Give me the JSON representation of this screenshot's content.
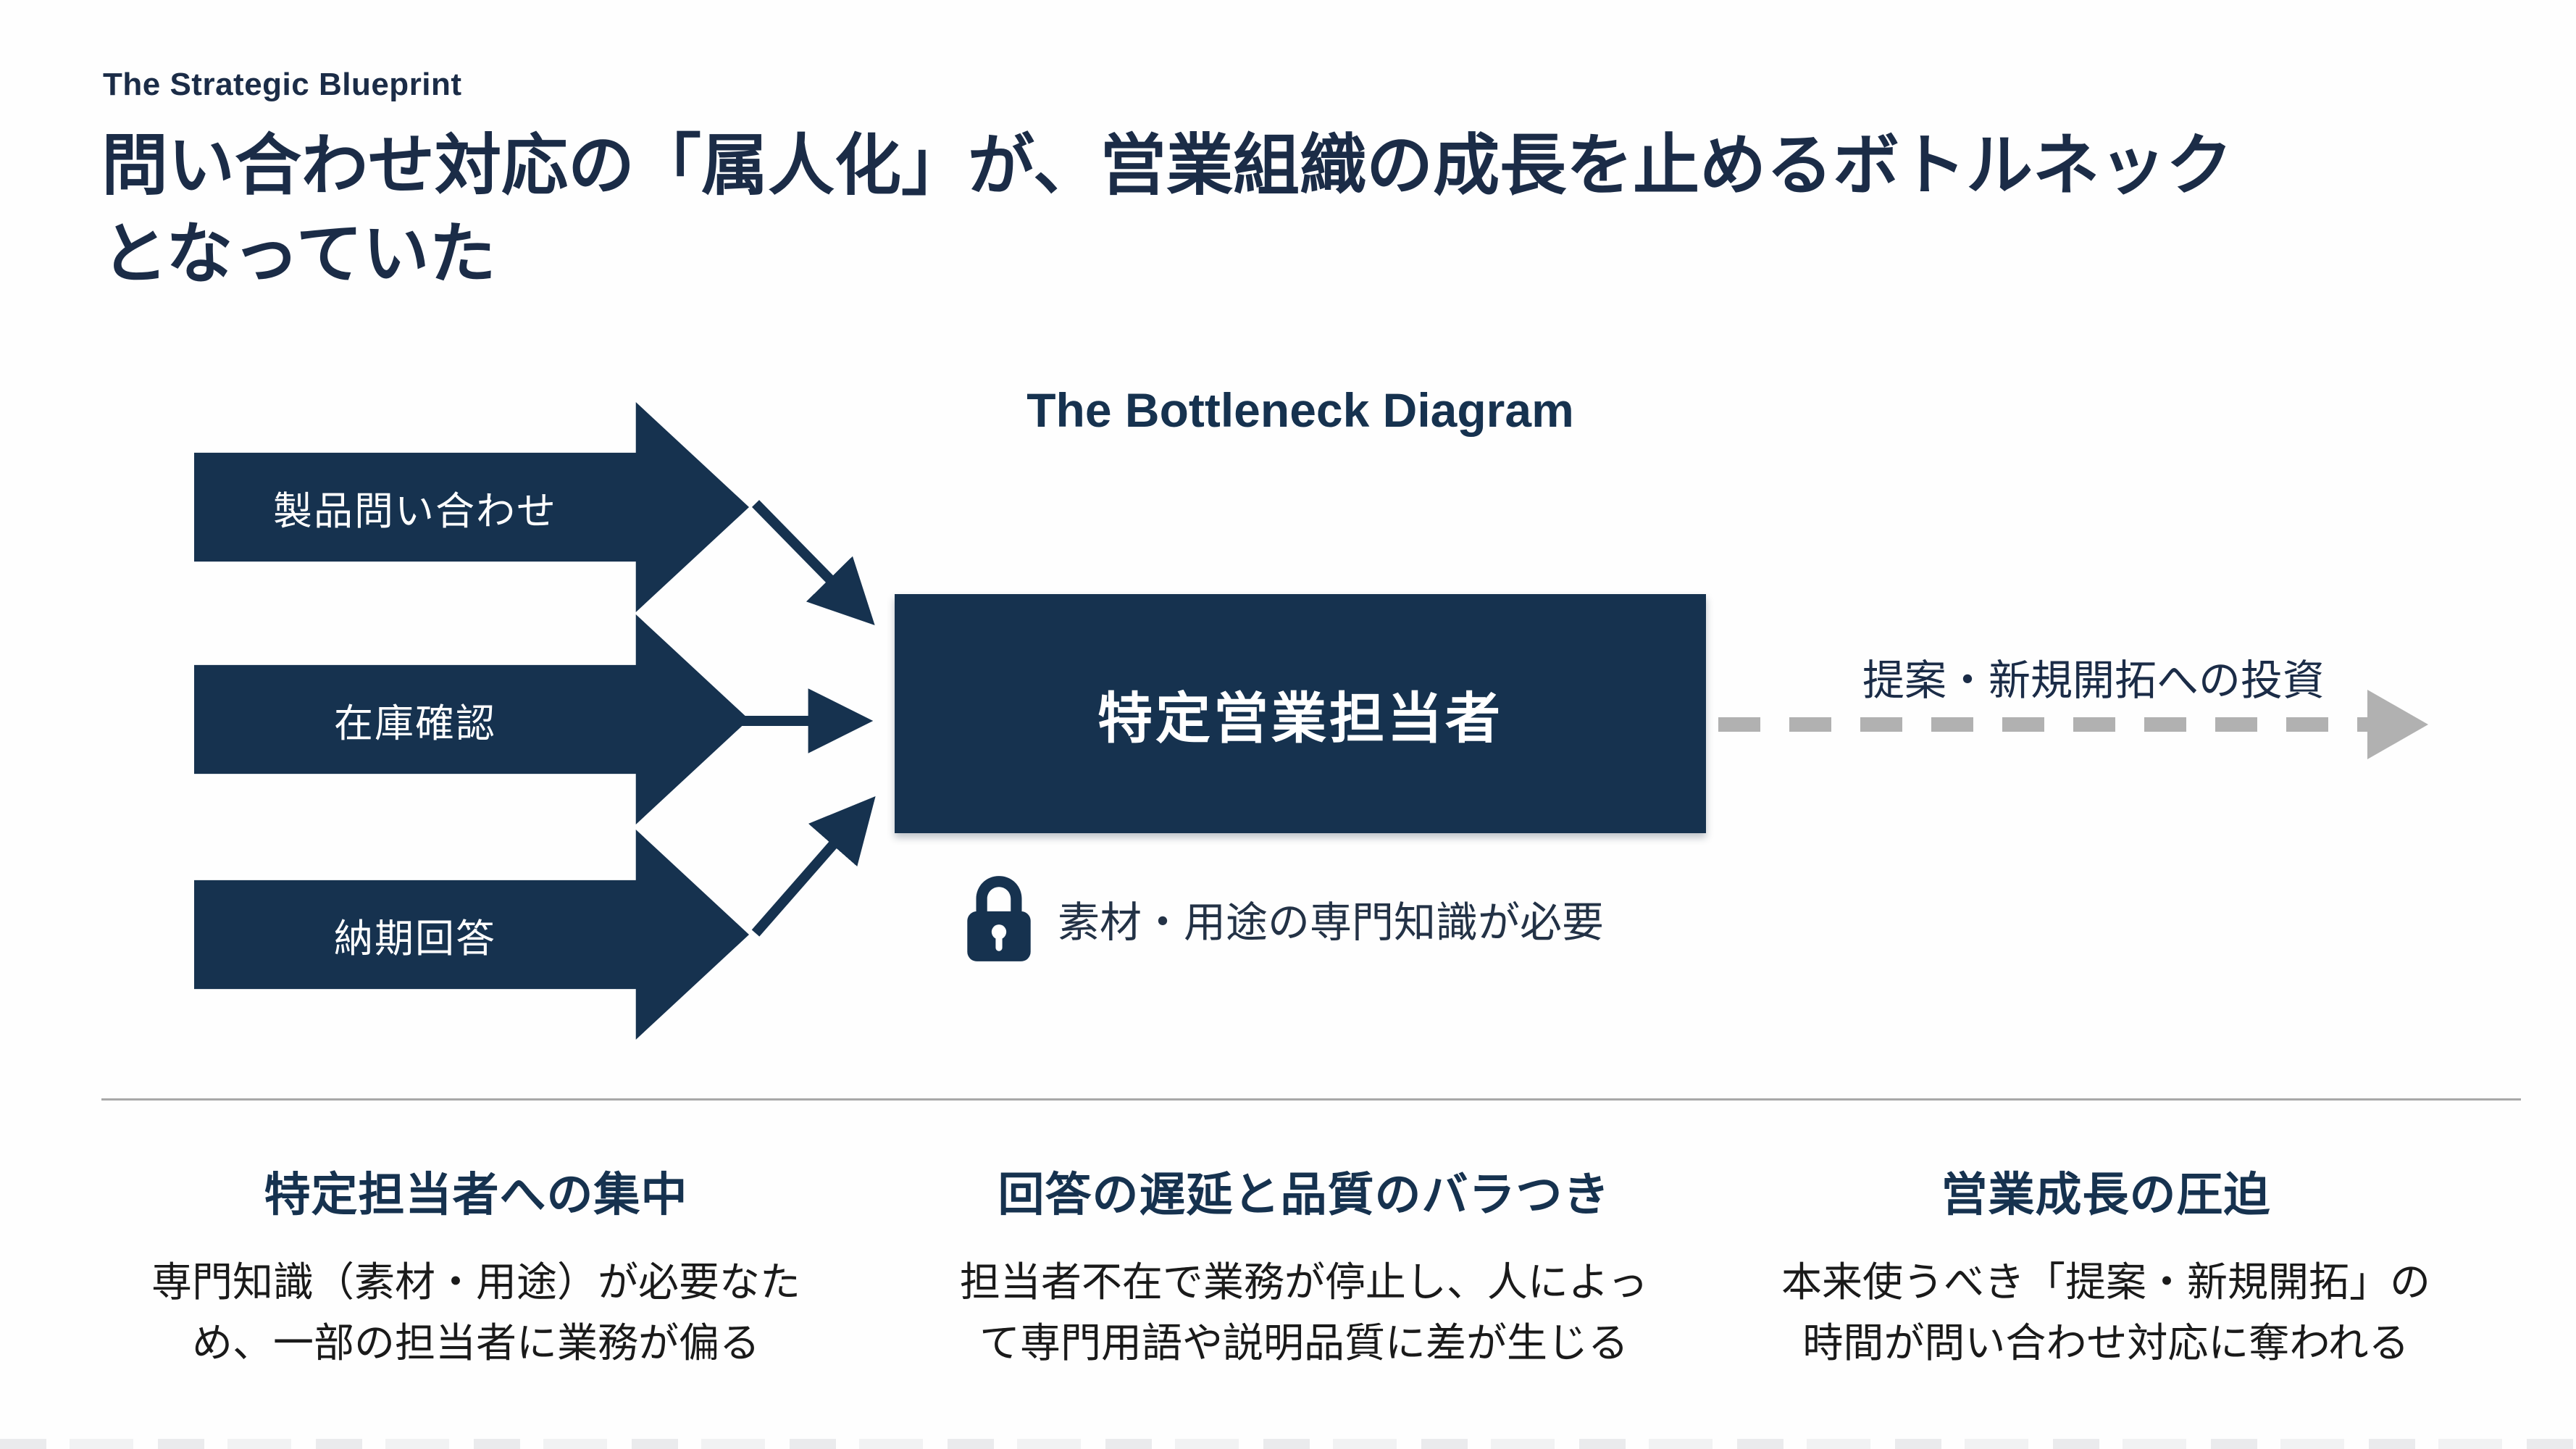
{
  "page": {
    "eyebrow": "The Strategic Blueprint",
    "title": "問い合わせ対応の「属人化」が、営業組織の成長を止めるボトルネック\nとなっていた"
  },
  "diagram": {
    "heading": "The Bottleneck Diagram",
    "inputs": [
      {
        "label": "製品問い合わせ"
      },
      {
        "label": "在庫確認"
      },
      {
        "label": "納期回答"
      }
    ],
    "bottleneck": {
      "label": "特定営業担当者"
    },
    "output": {
      "label": "提案・新規開拓への投資"
    },
    "lock_note": {
      "icon": "lock-icon",
      "text": "素材・用途の専門知識が必要"
    }
  },
  "issues": [
    {
      "heading": "特定担当者への集中",
      "body": "専門知識（素材・用途）が必要なた\nめ、一部の担当者に業務が偏る"
    },
    {
      "heading": "回答の遅延と品質のバラつき",
      "body": "担当者不在で業務が停止し、人によっ\nて専門用語や説明品質に差が生じる"
    },
    {
      "heading": "営業成長の圧迫",
      "body": "本来使うべき「提案・新規開拓」の\n時間が問い合わせ対応に奪われる"
    }
  ],
  "colors": {
    "navy": "#16324f",
    "title": "#1b2c47",
    "gray_arrow": "#b1b1b1",
    "divider": "#a8a8a8",
    "body_text": "#1a1a1a",
    "lock_text": "#233246"
  }
}
